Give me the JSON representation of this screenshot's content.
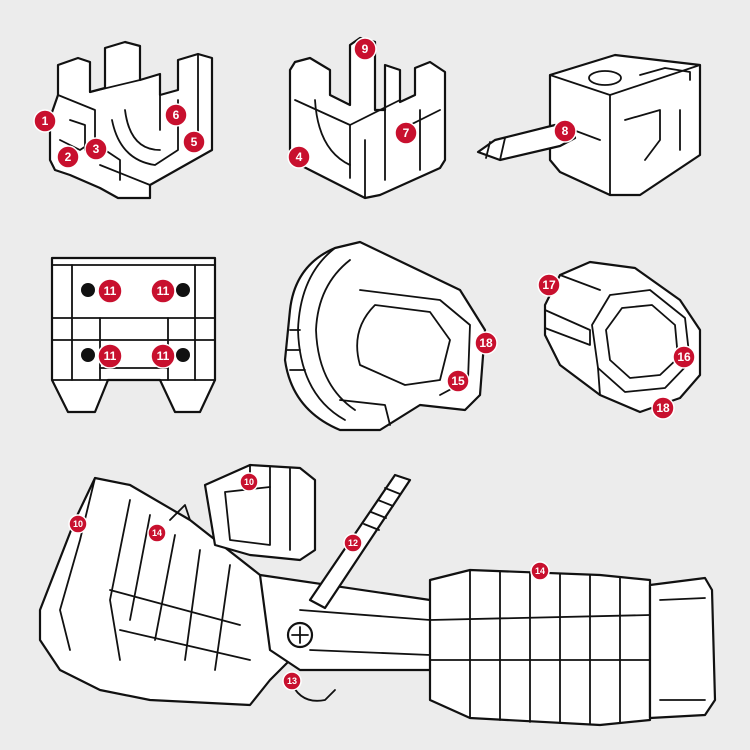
{
  "badge_color": "#c8102e",
  "hole_color": "#111111",
  "background_color": "#ececec",
  "callouts": [
    {
      "id": "c1",
      "label": "1"
    },
    {
      "id": "c2",
      "label": "2"
    },
    {
      "id": "c3",
      "label": "3"
    },
    {
      "id": "c4",
      "label": "4"
    },
    {
      "id": "c5",
      "label": "5"
    },
    {
      "id": "c6",
      "label": "6"
    },
    {
      "id": "c7",
      "label": "7"
    },
    {
      "id": "c8",
      "label": "8"
    },
    {
      "id": "c9",
      "label": "9"
    },
    {
      "id": "c10a",
      "label": "10"
    },
    {
      "id": "c10b",
      "label": "10"
    },
    {
      "id": "c11a",
      "label": "11"
    },
    {
      "id": "c11b",
      "label": "11"
    },
    {
      "id": "c11c",
      "label": "11"
    },
    {
      "id": "c11d",
      "label": "11"
    },
    {
      "id": "c12",
      "label": "12"
    },
    {
      "id": "c13",
      "label": "13"
    },
    {
      "id": "c14a",
      "label": "14"
    },
    {
      "id": "c14b",
      "label": "14"
    },
    {
      "id": "c15",
      "label": "15"
    },
    {
      "id": "c16",
      "label": "16"
    },
    {
      "id": "c17",
      "label": "17"
    },
    {
      "id": "c18a",
      "label": "18"
    },
    {
      "id": "c18b",
      "label": "18"
    }
  ]
}
